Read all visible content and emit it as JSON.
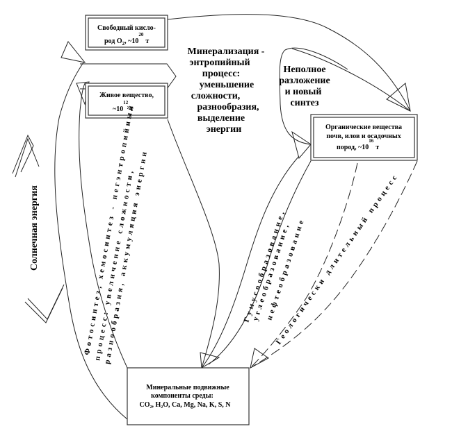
{
  "boxes": {
    "oxygen": {
      "line1": "Свободный кисло-",
      "line2": "род O",
      "sub": "2",
      "approx": ", ~10",
      "exp": "20",
      "unit": "т"
    },
    "living": {
      "line1": "Живое вещество,",
      "approx": "~10",
      "exp": "12",
      "unit": "т"
    },
    "organic": {
      "line1": "Органические вещества",
      "line2": "почв, илов и осадочных",
      "line3": "пород, ~10",
      "exp": "16",
      "unit": "т"
    },
    "mineral": {
      "line1": "Минеральные подвижные",
      "line2": "компоненты среды:",
      "line3": "CO₂, H₂O, Ca, Mg, Na, K, S, N"
    }
  },
  "labels": {
    "mineralization": [
      "Минерализация -",
      "энтропийный",
      "процесс:",
      "уменьшение",
      "сложности,",
      "разнообразия,",
      "выделение",
      "энергии"
    ],
    "incomplete": [
      "Неполное",
      "разложение",
      "и новый",
      "синтез"
    ],
    "solar": "Солнечная энергия",
    "photosynthesis": [
      "Фотосинтез, хемосинтез - негэнтропийный",
      "процесс: увеличение сложности,",
      "разнообразия, аккумуляция энергии"
    ],
    "humus": [
      "Гумусообразование,",
      "углеобразование,",
      "нефтеобразование"
    ],
    "geological": "Геологически длительный процесс"
  }
}
